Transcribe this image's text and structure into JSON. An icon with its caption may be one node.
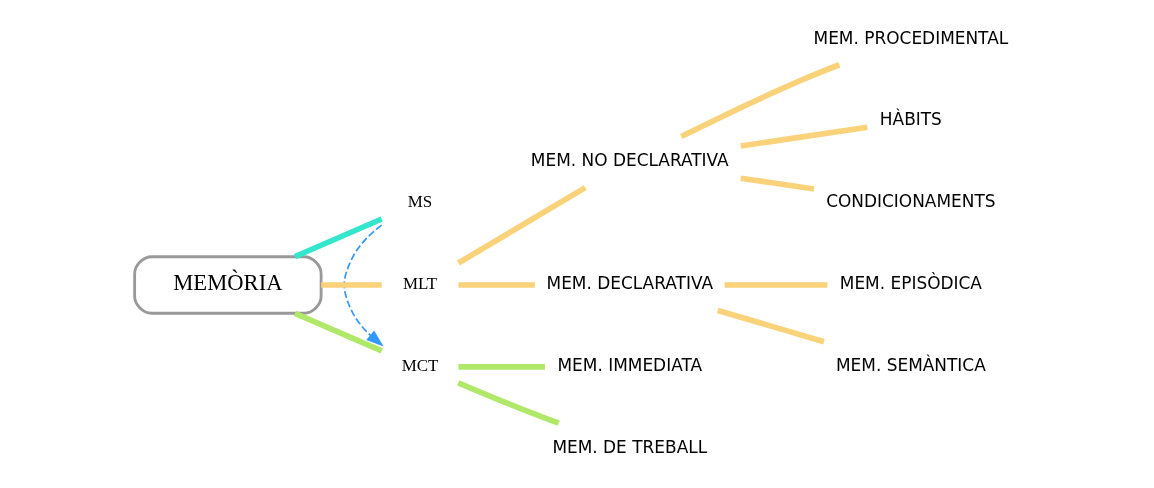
{
  "diagram": {
    "nodes": [
      {
        "text": [
          "MS"
        ]
      },
      {
        "text": [
          "MEMÒRIA"
        ]
      },
      {
        "text": [
          "MEM. NO DECLARATIVA"
        ]
      },
      {
        "text": [
          "MEM. PROCEDIMENTAL"
        ]
      },
      {
        "text": [
          "HÀBITS"
        ]
      },
      {
        "text": [
          "CONDICIONAMENTS"
        ]
      },
      {
        "text": [
          "MLT"
        ]
      },
      {
        "text": [
          "MEM. EPISÒDICA"
        ]
      },
      {
        "text": [
          "MCT"
        ]
      },
      {
        "text": [
          "MEM. IMMEDIATA"
        ]
      },
      {
        "text": [
          "MEM. DECLARATIVA"
        ]
      },
      {
        "text": [
          "MEM. DE TREBALL"
        ]
      },
      {
        "text": [
          "MEM. SEMÀNTICA"
        ]
      }
    ],
    "edges": [
      {
        "from": 1,
        "to": 0,
        "arrow": "none",
        "color": "#33e6cc"
      },
      {
        "from": 1,
        "to": 6,
        "arrow": "none"
      },
      {
        "from": 6,
        "to": 2,
        "arrow": "none"
      },
      {
        "from": 2,
        "to": 3,
        "arrow": "none"
      },
      {
        "from": 2,
        "to": 4,
        "arrow": "none"
      },
      {
        "from": 2,
        "to": 5,
        "arrow": "none"
      },
      {
        "from": 6,
        "to": 10,
        "arrow": "none"
      },
      {
        "from": 10,
        "to": 7,
        "arrow": "none"
      },
      {
        "from": 10,
        "to": 12,
        "arrow": "none"
      },
      {
        "from": 1,
        "to": 8,
        "arrow": "none",
        "color": "#b0e86a"
      },
      {
        "from": 8,
        "to": 9,
        "arrow": "none",
        "color": "#b0e86a"
      },
      {
        "from": 8,
        "to": 11,
        "arrow": "none",
        "color": "#b0e86a"
      },
      {
        "from": 0,
        "to": 8,
        "arrow": "to",
        "style": "dashed",
        "color": "#3399ff"
      }
    ]
  }
}
